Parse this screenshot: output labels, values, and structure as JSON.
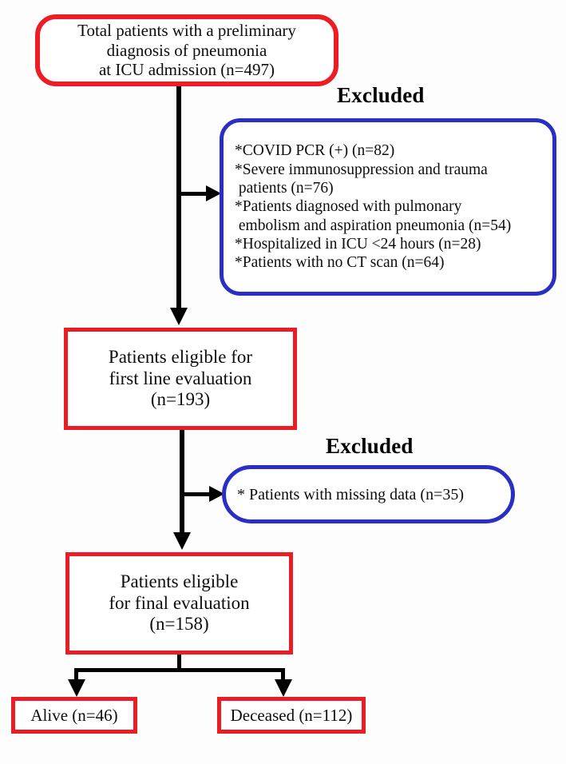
{
  "figure": {
    "type": "flowchart",
    "title": "Patient selection flow diagram",
    "colors": {
      "red_border": "#ec1c24",
      "blue_border": "#2a2fc4",
      "connector": "#000000",
      "text": "#0d0d0d",
      "background": "#ffffff"
    }
  },
  "nodes": {
    "total_patients": {
      "lines": [
        "Total patients with a preliminary",
        "diagnosis of pneumonia",
        "at ICU admission (n=497)"
      ],
      "count": 497,
      "shape": "rounded-rectangle",
      "border_color": "#ee1c25"
    },
    "excluded_label_1": "Excluded",
    "excluded_list_1": {
      "items": [
        "*COVID PCR (+) (n=82)",
        "*Severe immunosuppression and trauma",
        " patients (n=76)",
        "*Patients diagnosed with pulmonary",
        " embolism and aspiration pneumonia (n=54)",
        "*Hospitalized in ICU <24 hours (n=28)",
        "*Patients with no CT scan (n=64)"
      ],
      "counts": [
        82,
        76,
        54,
        28,
        64
      ],
      "shape": "rounded-rectangle",
      "border_color": "#2a2fc4"
    },
    "first_line_eligible": {
      "lines": [
        "Patients eligible for",
        "first line evaluation",
        "(n=193)"
      ],
      "count": 193,
      "shape": "rectangle",
      "border_color": "#ec1c24"
    },
    "excluded_label_2": "Excluded",
    "excluded_list_2": {
      "items": [
        "* Patients with missing data (n=35)"
      ],
      "counts": [
        35
      ],
      "shape": "rounded-rectangle",
      "border_color": "#2a2fc4"
    },
    "final_eligible": {
      "lines": [
        "Patients eligible",
        "for final evaluation",
        "(n=158)"
      ],
      "count": 158,
      "shape": "rectangle",
      "border_color": "#ec1c24"
    },
    "alive": {
      "lines": [
        "Alive (n=46)"
      ],
      "count": 46,
      "shape": "rectangle",
      "border_color": "#ec1c24"
    },
    "deceased": {
      "lines": [
        "Deceased (n=112)"
      ],
      "count": 112,
      "shape": "rectangle",
      "border_color": "#ec1c24"
    }
  }
}
